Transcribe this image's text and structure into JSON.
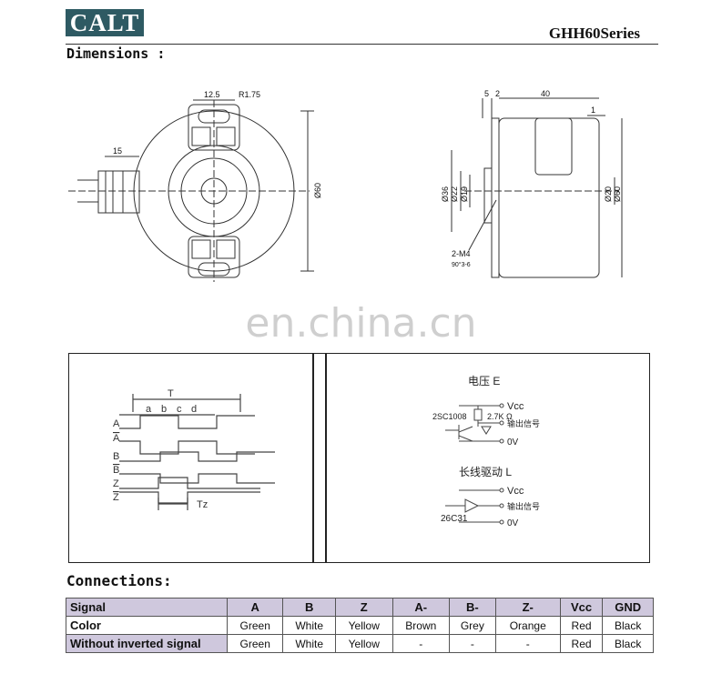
{
  "header": {
    "brand": "CALT",
    "series": "GHH60Series",
    "dimensions_heading": "Dimensions :"
  },
  "drawing_front": {
    "dim_width": "12.5",
    "dim_radius": "R1.75",
    "dim_cable": "15",
    "dim_diameter": "Ø60"
  },
  "drawing_side": {
    "dim_5": "5",
    "dim_2": "2",
    "dim_40": "40",
    "dim_1": "1",
    "dim_d36": "Ø36",
    "dim_d22": "Ø22",
    "dim_d19": "Ø19",
    "dim_d20": "Ø20",
    "dim_d60": "Ø60",
    "thread": "2-M4",
    "thread_angle": "90°3-6"
  },
  "watermark": "en.china.cn",
  "timing": {
    "period": "T",
    "phases": [
      "a",
      "b",
      "c",
      "d"
    ],
    "signals": [
      "A",
      "A",
      "B",
      "B",
      "Z",
      "Z"
    ],
    "inverted": [
      false,
      true,
      false,
      true,
      false,
      true
    ],
    "tz": "Tz"
  },
  "circuit_voltage": {
    "title": "电压 E",
    "vcc": "Vcc",
    "transistor": "2SC1008",
    "resistor": "2.7K Ω",
    "output": "输出信号",
    "ground": "0V"
  },
  "circuit_line": {
    "title": "长线驱动 L",
    "vcc": "Vcc",
    "chip": "26C31",
    "output": "输出信号",
    "ground": "0V"
  },
  "connections": {
    "heading": "Connections:",
    "header": [
      "Signal",
      "A",
      "B",
      "Z",
      "A-",
      "B-",
      "Z-",
      "Vcc",
      "GND"
    ],
    "rows": [
      {
        "label": "Color",
        "cells": [
          "Green",
          "White",
          "Yellow",
          "Brown",
          "Grey",
          "Orange",
          "Red",
          "Black"
        ]
      },
      {
        "label": "Without inverted signal",
        "cells": [
          "Green",
          "White",
          "Yellow",
          "-",
          "-",
          "-",
          "Red",
          "Black"
        ]
      }
    ]
  }
}
